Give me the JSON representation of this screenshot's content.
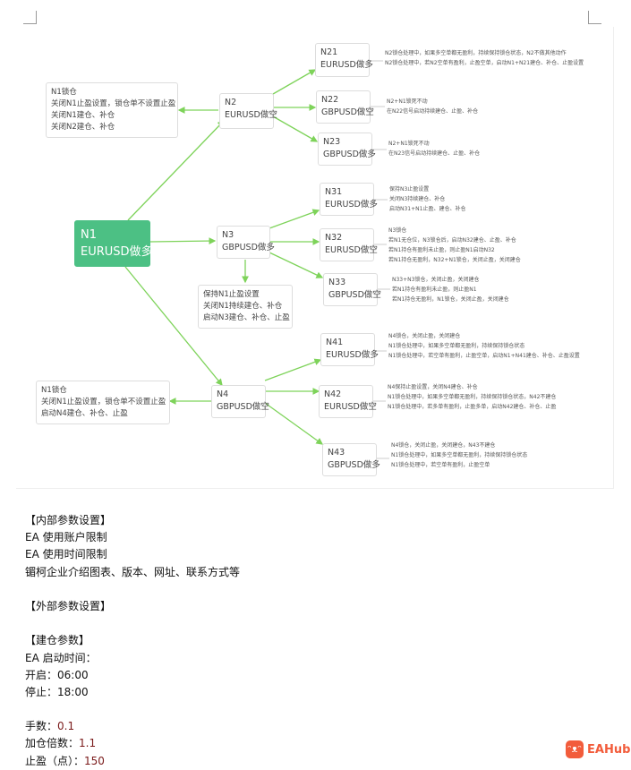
{
  "diagram": {
    "root": {
      "id": "N1",
      "label": "EURUSD做多"
    },
    "nodes": {
      "n2": {
        "id": "N2",
        "label": "EURUSD做空"
      },
      "n21": {
        "id": "N21",
        "label": "EURUSD做多"
      },
      "n22": {
        "id": "N22",
        "label": "GBPUSD做空"
      },
      "n23": {
        "id": "N23",
        "label": "GBPUSD做多"
      },
      "n3": {
        "id": "N3",
        "label": "GBPUSD做多"
      },
      "n31": {
        "id": "N31",
        "label": "EURUSD做多"
      },
      "n32": {
        "id": "N32",
        "label": "EURUSD做空"
      },
      "n33": {
        "id": "N33",
        "label": "GBPUSD做空"
      },
      "n4": {
        "id": "N4",
        "label": "GBPUSD做空"
      },
      "n41": {
        "id": "N41",
        "label": "EURUSD做多"
      },
      "n42": {
        "id": "N42",
        "label": "EURUSD做空"
      },
      "n43": {
        "id": "N43",
        "label": "GBPUSD做多"
      }
    },
    "boxes": {
      "n2_lock": [
        "N1锁仓",
        "关闭N1止盈设置，锁仓单不设置止盈",
        "关闭N1建仓、补仓",
        "关闭N2建仓、补仓"
      ],
      "n3_keep": [
        "保持N1止盈设置",
        "关闭N1持续建仓、补仓",
        "启动N3建仓、补仓、止盈"
      ],
      "n4_lock": [
        "N1锁仓",
        "关闭N1止盈设置，锁仓单不设置止盈",
        "启动N4建仓、补仓、止盈"
      ]
    },
    "notes": {
      "n21": [
        "N2锁仓处理中，如果多空单都无盈利，持续保持锁仓状态，N2不做其他动作",
        "N2锁仓处理中，若N2空单有盈利，止盈空单，启动N1+N21建仓、补仓、止盈设置"
      ],
      "n22": [
        "N2+N1锁死不动",
        "在N22信号启动持续建仓、止盈、补仓"
      ],
      "n23": [
        "N2+N1锁死不动",
        "在N23信号启动持续建仓、止盈、补仓"
      ],
      "n31": [
        "保持N3止盈设置",
        "关闭N3持续建仓、补仓",
        "启动N31+N1止盈、建仓、补仓"
      ],
      "n32": [
        "N3锁仓",
        "若N1无仓位，N3锁仓后，启动N32建仓、止盈、补仓",
        "若N1持仓有盈利未止盈，则止盈N1启动N32",
        "若N1持仓无盈利，N32+N1锁仓，关闭止盈，关闭建仓"
      ],
      "n33": [
        "N33+N3锁仓，关闭止盈，关闭建仓",
        "若N1持仓有盈利未止盈，则止盈N1",
        "若N1持仓无盈利，N1锁仓，关闭止盈，关闭建仓"
      ],
      "n41": [
        "N4锁仓，关闭止盈，关闭建仓",
        "N1锁仓处理中，如果多空单都无盈利，持续保持锁仓状态",
        "N1锁仓处理中，若空单有盈利，止盈空单，启动N1+N41建仓、补仓、止盈设置"
      ],
      "n42": [
        "N4保持止盈设置，关闭N4建仓、补仓",
        "N1锁仓处理中，如果多空单都无盈利，持续保持锁仓状态，N42不建仓",
        "N1锁仓处理中，若多单有盈利，止盈多单，启动N42建仓、补仓、止盈"
      ],
      "n43": [
        "N4锁仓，关闭止盈，关闭建仓，N43不建仓",
        "N1锁仓处理中，如果多空单都无盈利，持续保持锁仓状态",
        "N1锁仓处理中，若空单有盈利，止盈空单"
      ]
    }
  },
  "doc": {
    "internal_header": "【内部参数设置】",
    "line1": "EA 使用账户限制",
    "line2": "EA 使用时间限制",
    "line3": "镅柯企业介绍图表、版本、网址、联系方式等",
    "external_header": "【外部参数设置】",
    "open_header": "【建仓参数】",
    "start_time_label": "EA 启动时间：",
    "open_label": "开启：",
    "open_value": "06:00",
    "stop_label": "停止：",
    "stop_value": "18:00",
    "lots_label": "手数：",
    "lots_value": "0.1",
    "mult_label": "加仓倍数：",
    "mult_value": "1.1",
    "tp_label": "止盈（点）：",
    "tp_value": "150"
  },
  "logo": {
    "text": "EAHub",
    "icon": "chat-face-icon"
  },
  "colors": {
    "accent": "#4cc084",
    "line": "#7ed35a",
    "logo": "#f25c3b"
  }
}
